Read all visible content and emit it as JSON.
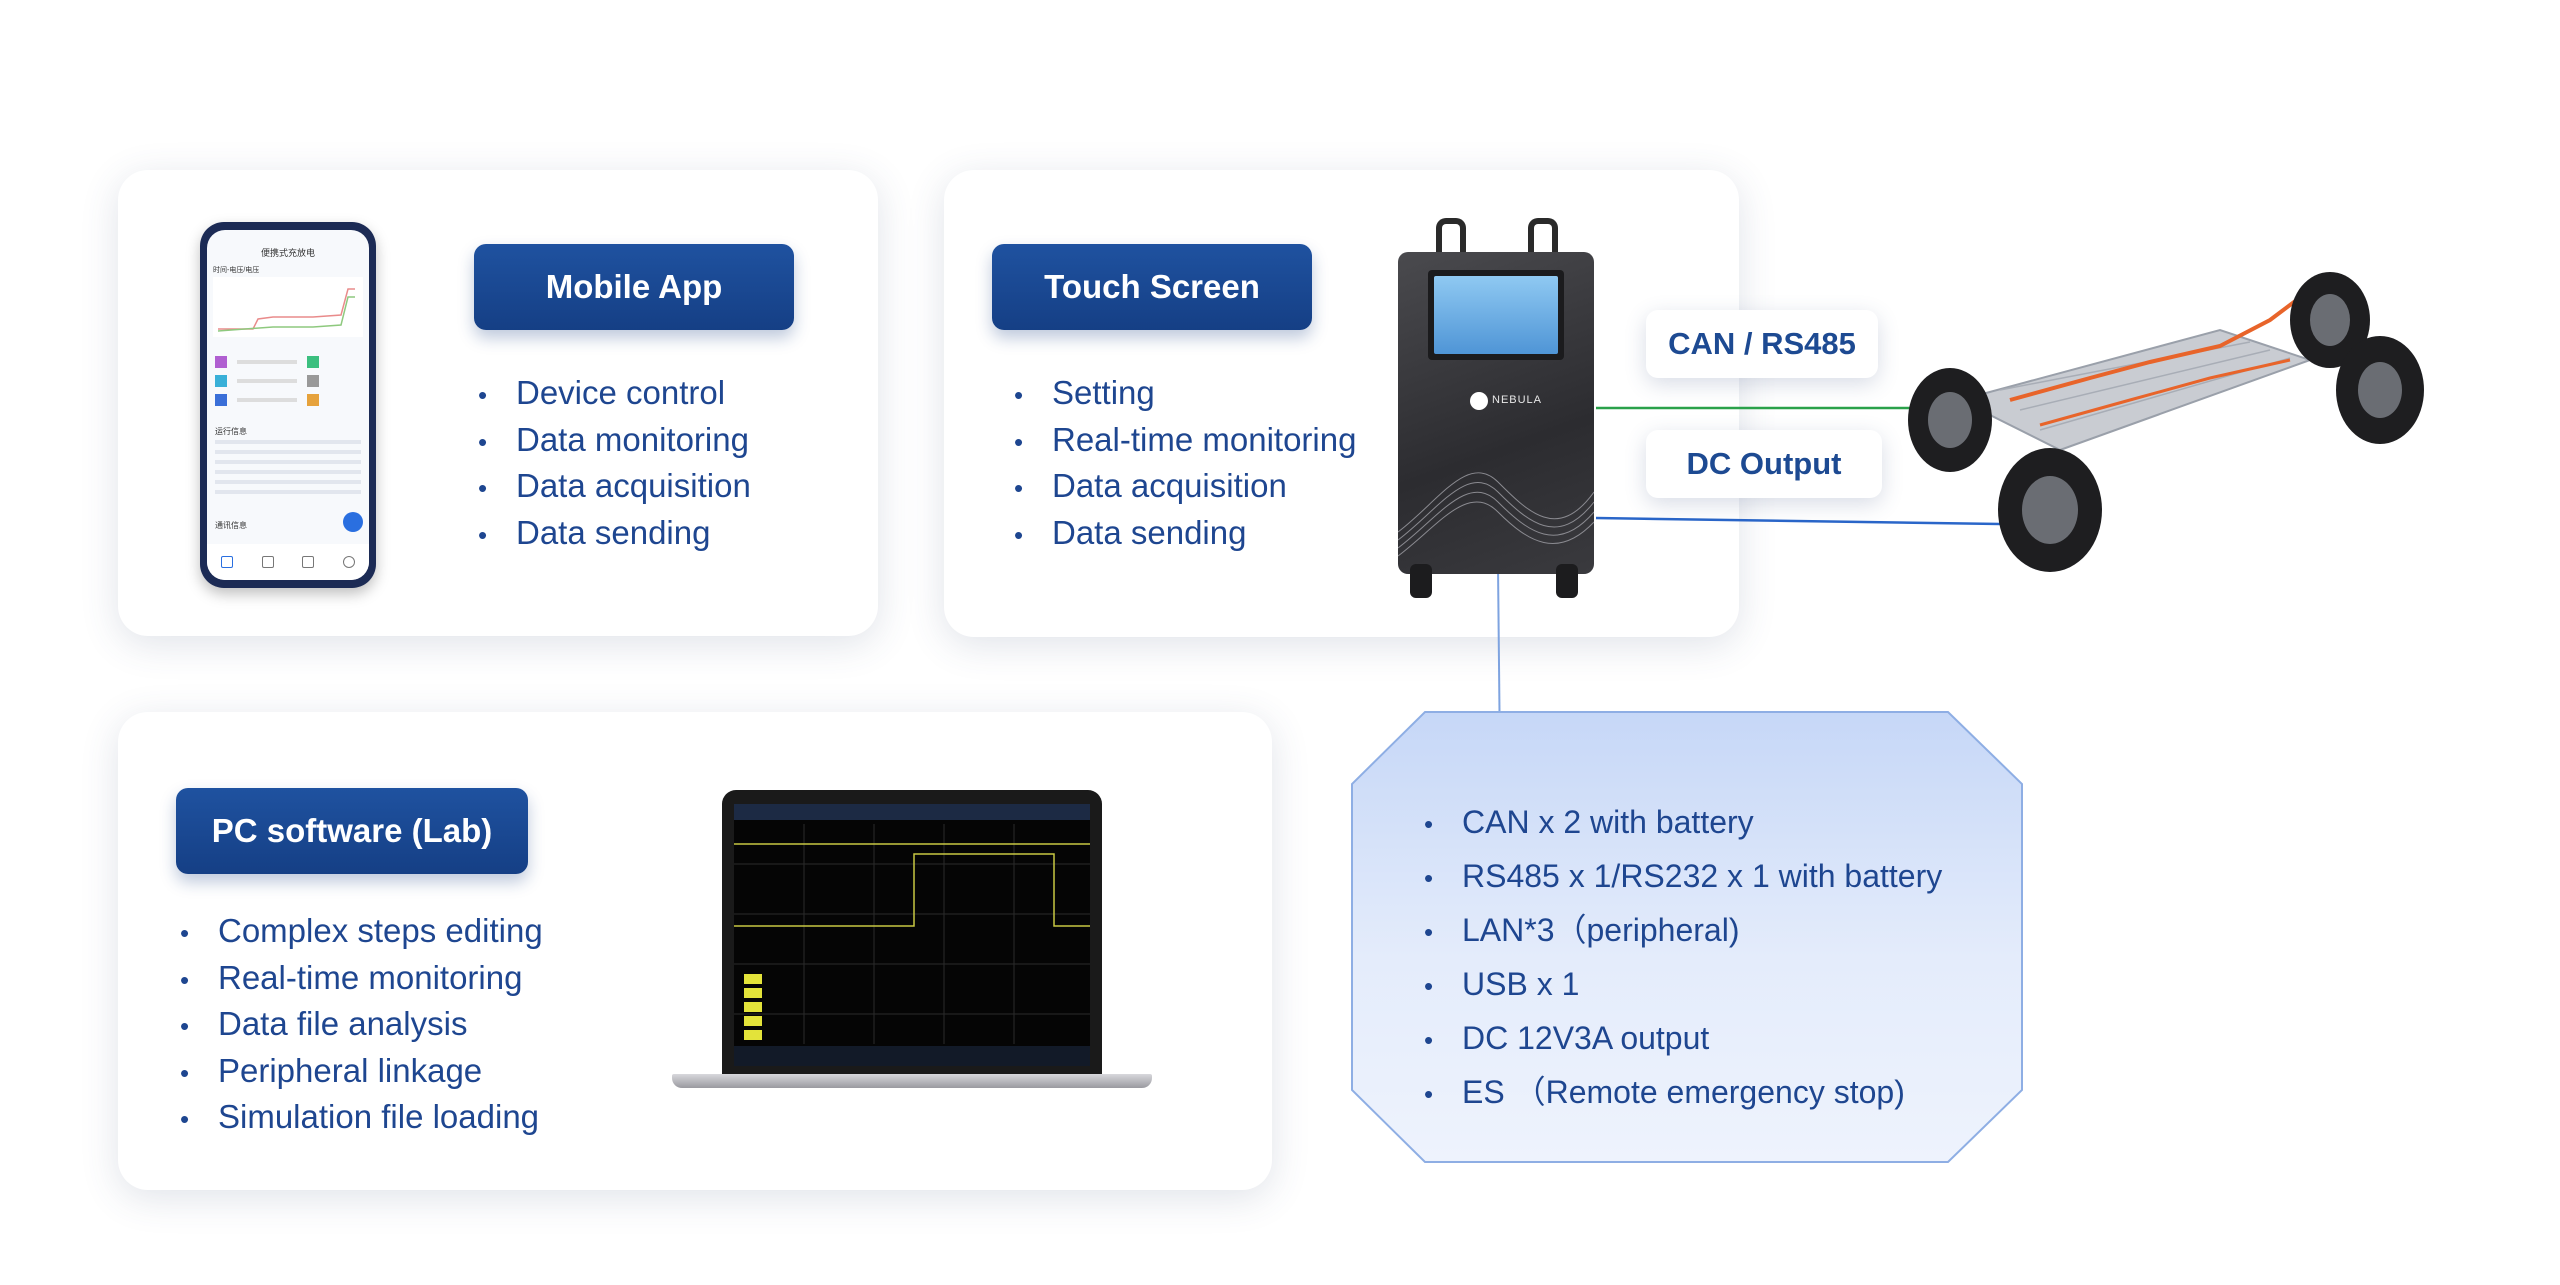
{
  "mobile": {
    "title": "Mobile App",
    "bullets": [
      "Device control",
      "Data monitoring",
      "Data acquisition",
      "Data sending"
    ],
    "phone_title": "便携式充放电",
    "phone_chart_title": "时间-电压/电压",
    "phone_section": "运行信息",
    "phone_section2": "通讯信息"
  },
  "touch": {
    "title": "Touch Screen",
    "bullets": [
      "Setting",
      "Real-time monitoring",
      "Data acquisition",
      "Data sending"
    ],
    "brand": "NEBULA"
  },
  "pc": {
    "title": "PC software (Lab)",
    "bullets": [
      "Complex steps editing",
      "Real-time monitoring",
      "Data file analysis",
      "Peripheral linkage",
      "Simulation file loading"
    ]
  },
  "interfaces": {
    "tag_can": "CAN / RS485",
    "tag_dc": "DC Output",
    "bullets": [
      "CAN x 2 with battery",
      "RS485 x 1/RS232 x 1 with battery",
      "LAN*3（peripheral)",
      "USB x 1",
      "DC 12V3A output",
      "ES （Remote emergency stop)"
    ]
  },
  "colors": {
    "accent": "#1f52a0",
    "text": "#1e4690",
    "can_line": "#2aa14a",
    "dc_line": "#2a66c9"
  }
}
